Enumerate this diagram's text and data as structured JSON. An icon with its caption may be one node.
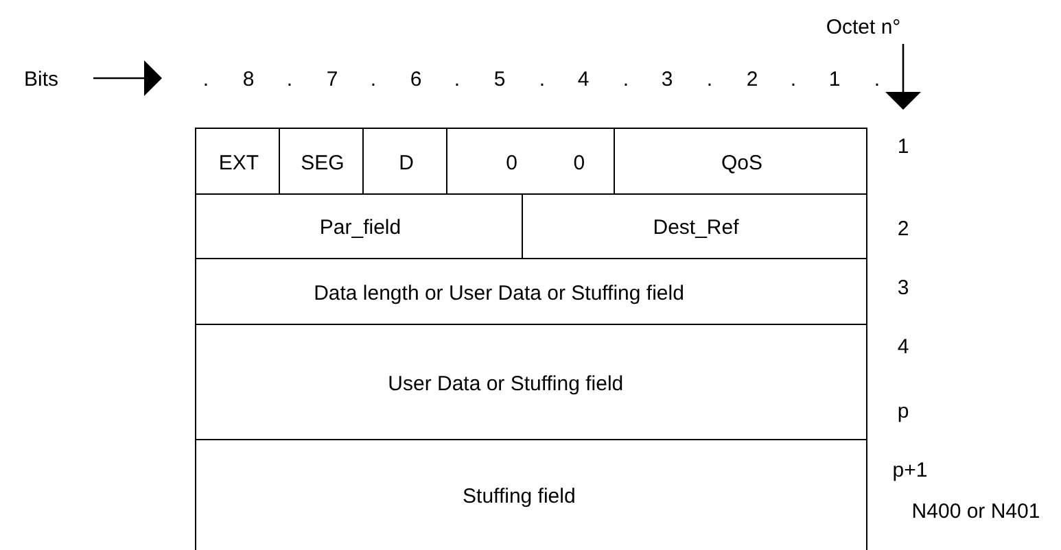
{
  "diagram": {
    "nodes": [
      {
        "text": [
          "EXT"
        ]
      },
      {
        "text": [
          "SEG"
        ]
      },
      {
        "text": [
          "D"
        ]
      },
      {
        "text": [
          "0",
          "0"
        ]
      },
      {
        "text": [
          "QoS"
        ]
      },
      {
        "text": [
          "Par_field"
        ]
      },
      {
        "text": [
          "Dest_Ref"
        ]
      },
      {
        "text": [
          "Data length or User Data  or Stuffing field"
        ]
      },
      {
        "text": [
          "User Data or Stuffing field"
        ]
      },
      {
        "text": [
          "Stuffing field"
        ]
      }
    ],
    "edges": [],
    "labels": [
      "Octet n°",
      "Bits",
      ".",
      "8",
      ".",
      "7",
      ".",
      "6",
      ".",
      "5",
      ".",
      "4",
      ".",
      "3",
      ".",
      "2",
      ".",
      "1",
      ".",
      "1",
      "2",
      "3",
      "4",
      "p",
      "p+1",
      "N400 or N401"
    ]
  }
}
